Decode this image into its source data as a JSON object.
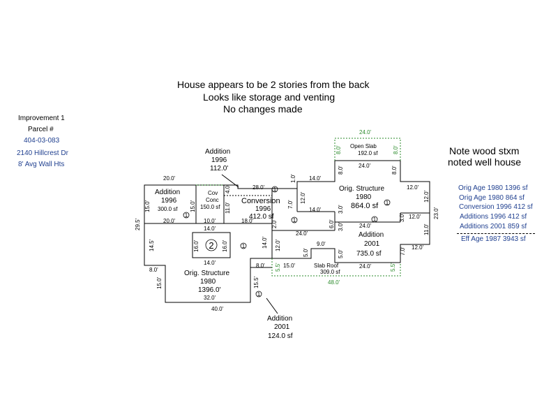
{
  "notes": {
    "line1": "House appears to be 2 stories from the back",
    "line2": "Looks like storage and venting",
    "line3": "No changes made"
  },
  "left_info": {
    "improvement": "Improvement 1",
    "parcel_label": "Parcel #",
    "parcel_number": "404-03-083",
    "address": "2140 Hillcrest Dr",
    "wall_heights": "8' Avg Wall Hts"
  },
  "right_note": {
    "line1": "Note wood stxm",
    "line2": "noted well house"
  },
  "age_summary": {
    "rows": [
      "Orig Age 1980 1396 sf",
      "Orig Age 1980 864 sf",
      "Conversion 1996 412 sf",
      "Additions 1996 412 sf",
      "Additions 2001 859 sf"
    ],
    "effective": "Eff Age 1987 3943 sf"
  },
  "colors": {
    "line": "#000000",
    "slab": "#2a8a2a",
    "text_blue": "#1f3f8f"
  },
  "areas": {
    "addition_1996_left": {
      "name": "Addition",
      "year": "1996",
      "size": "300.0 sf",
      "marker": "1"
    },
    "cov_conc": {
      "name": "Cov",
      "name2": "Conc",
      "size": "150.0 sf"
    },
    "conversion": {
      "name": "Conversion",
      "year": "1996",
      "size": "412.0 sf",
      "marker": "1"
    },
    "orig_structure_right": {
      "name": "Orig. Structure",
      "year": "1980",
      "size": "864.0 sf",
      "marker": "1"
    },
    "open_slab": {
      "name": "Open Slab",
      "size": "192.0 sf"
    },
    "addition_2001_right": {
      "name": "Addition",
      "year": "2001",
      "size": "735.0 sf"
    },
    "orig_structure_main": {
      "name": "Orig. Structure",
      "year": "1980",
      "size": "1396.0'",
      "marker": "1"
    },
    "slab_roof": {
      "name": "Slab Roof",
      "size": "309.0 sf"
    },
    "second_story": {
      "marker": "2"
    },
    "callout_top": {
      "name": "Addition",
      "year": "1996",
      "size": "112.0'"
    },
    "callout_bottom": {
      "name": "Addition",
      "year": "2001",
      "size": "124.0 sf"
    },
    "marker_main_center": "1",
    "marker_main_right": "1",
    "marker_bottom_add": "1",
    "marker_strip": "1"
  },
  "dims": {
    "d_20a": "20.0'",
    "d_15a": "15.0'",
    "d_15b": "15.0'",
    "d_20b": "20.0'",
    "d_29_5": "29.5'",
    "d_10": "10.0'",
    "d_18": "18.0'",
    "d_28": "28.0'",
    "d_4": "4.0'",
    "d_11": "11.0'",
    "d_1": "1.0'",
    "d_14a": "14.0'",
    "d_7a": "7.0'",
    "d_12a": "12.0'",
    "d_14b": "14.0'",
    "d_2": "2.0'",
    "d_24a": "24.0'",
    "d_8a": "8.0'",
    "d_8b": "8.0'",
    "d_24top": "24.0'",
    "d_8c": "8.0'",
    "d_8d": "8.0'",
    "d_24b": "24.0'",
    "d_12b": "12.0'",
    "d_12c": "12.0'",
    "d_23": "23.0'",
    "d_3a": "3.0'",
    "d_3b": "3.0'",
    "d_6": "6.0'",
    "d_24c": "24.0'",
    "d_3c": "3.0'",
    "d_12d": "12.0'",
    "d_11b": "11.0'",
    "d_14c": "14.0'",
    "d_16a": "16.0'",
    "d_16b": "16.0'",
    "d_14d": "14.0'",
    "d_14e": "14.0'",
    "d_12e": "12.0'",
    "d_9": "9.0'",
    "d_5a": "5.0'",
    "d_5b": "5.0'",
    "d_24d": "24.0'",
    "d_7b": "7.0'",
    "d_12f": "12.0'",
    "d_14_5": "14.5'",
    "d_8e": "8.0'",
    "d_15c": "15.0'",
    "d_32": "32.0'",
    "d_40": "40.0'",
    "d_8f": "8.0'",
    "d_15_5": "15.5'",
    "d_5_5a": "5.5'",
    "d_15d": "15.0'",
    "d_5_5b": "5.5'",
    "d_48": "48.0'"
  }
}
